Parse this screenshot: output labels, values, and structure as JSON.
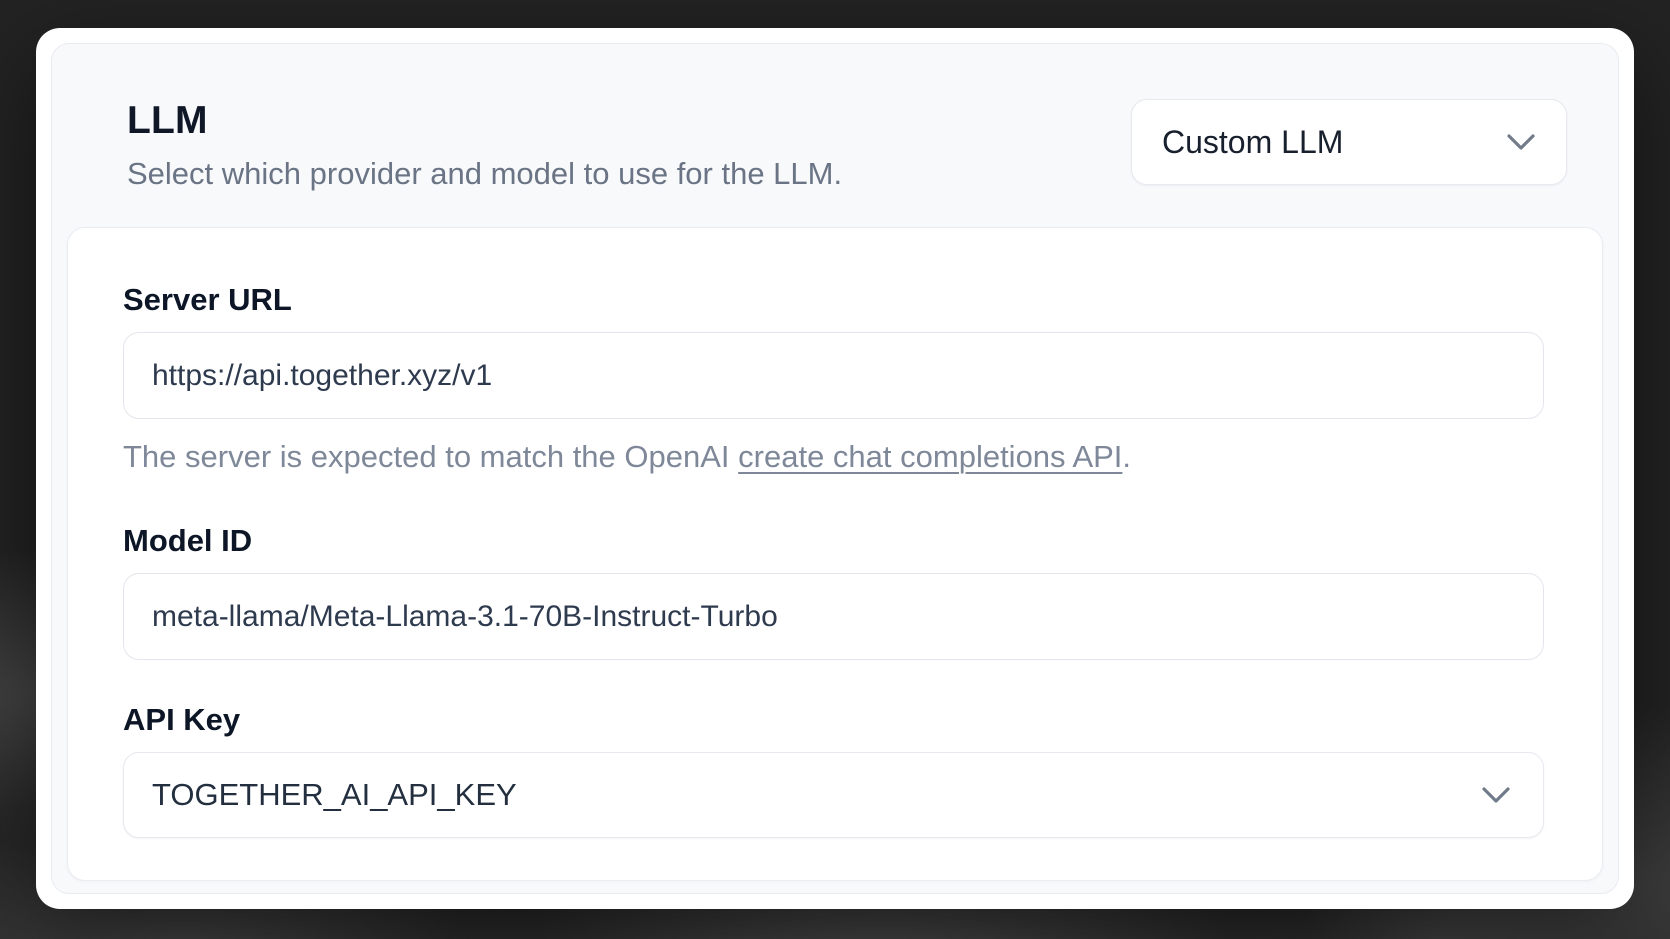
{
  "section": {
    "title": "LLM",
    "description": "Select which provider and model to use for the LLM.",
    "provider_select": {
      "value": "Custom LLM",
      "icon": "chevron-down-icon"
    }
  },
  "form": {
    "server_url": {
      "label": "Server URL",
      "value": "https://api.together.xyz/v1",
      "help_prefix": "The server is expected to match the OpenAI ",
      "help_link_text": "create chat completions API",
      "help_suffix": "."
    },
    "model_id": {
      "label": "Model ID",
      "value": "meta-llama/Meta-Llama-3.1-70B-Instruct-Turbo"
    },
    "api_key": {
      "label": "API Key",
      "value": "TOGETHER_AI_API_KEY",
      "icon": "chevron-down-icon"
    }
  },
  "colors": {
    "backdrop": "#232323",
    "modal_bg": "#ffffff",
    "section_bg": "#f8f9fb",
    "card_border": "#e9ebf1",
    "input_border": "#e3e6ec",
    "label_text": "#0d1626",
    "value_text": "#2e3a4e",
    "muted_text": "#7e8899",
    "title_text": "#101828"
  }
}
